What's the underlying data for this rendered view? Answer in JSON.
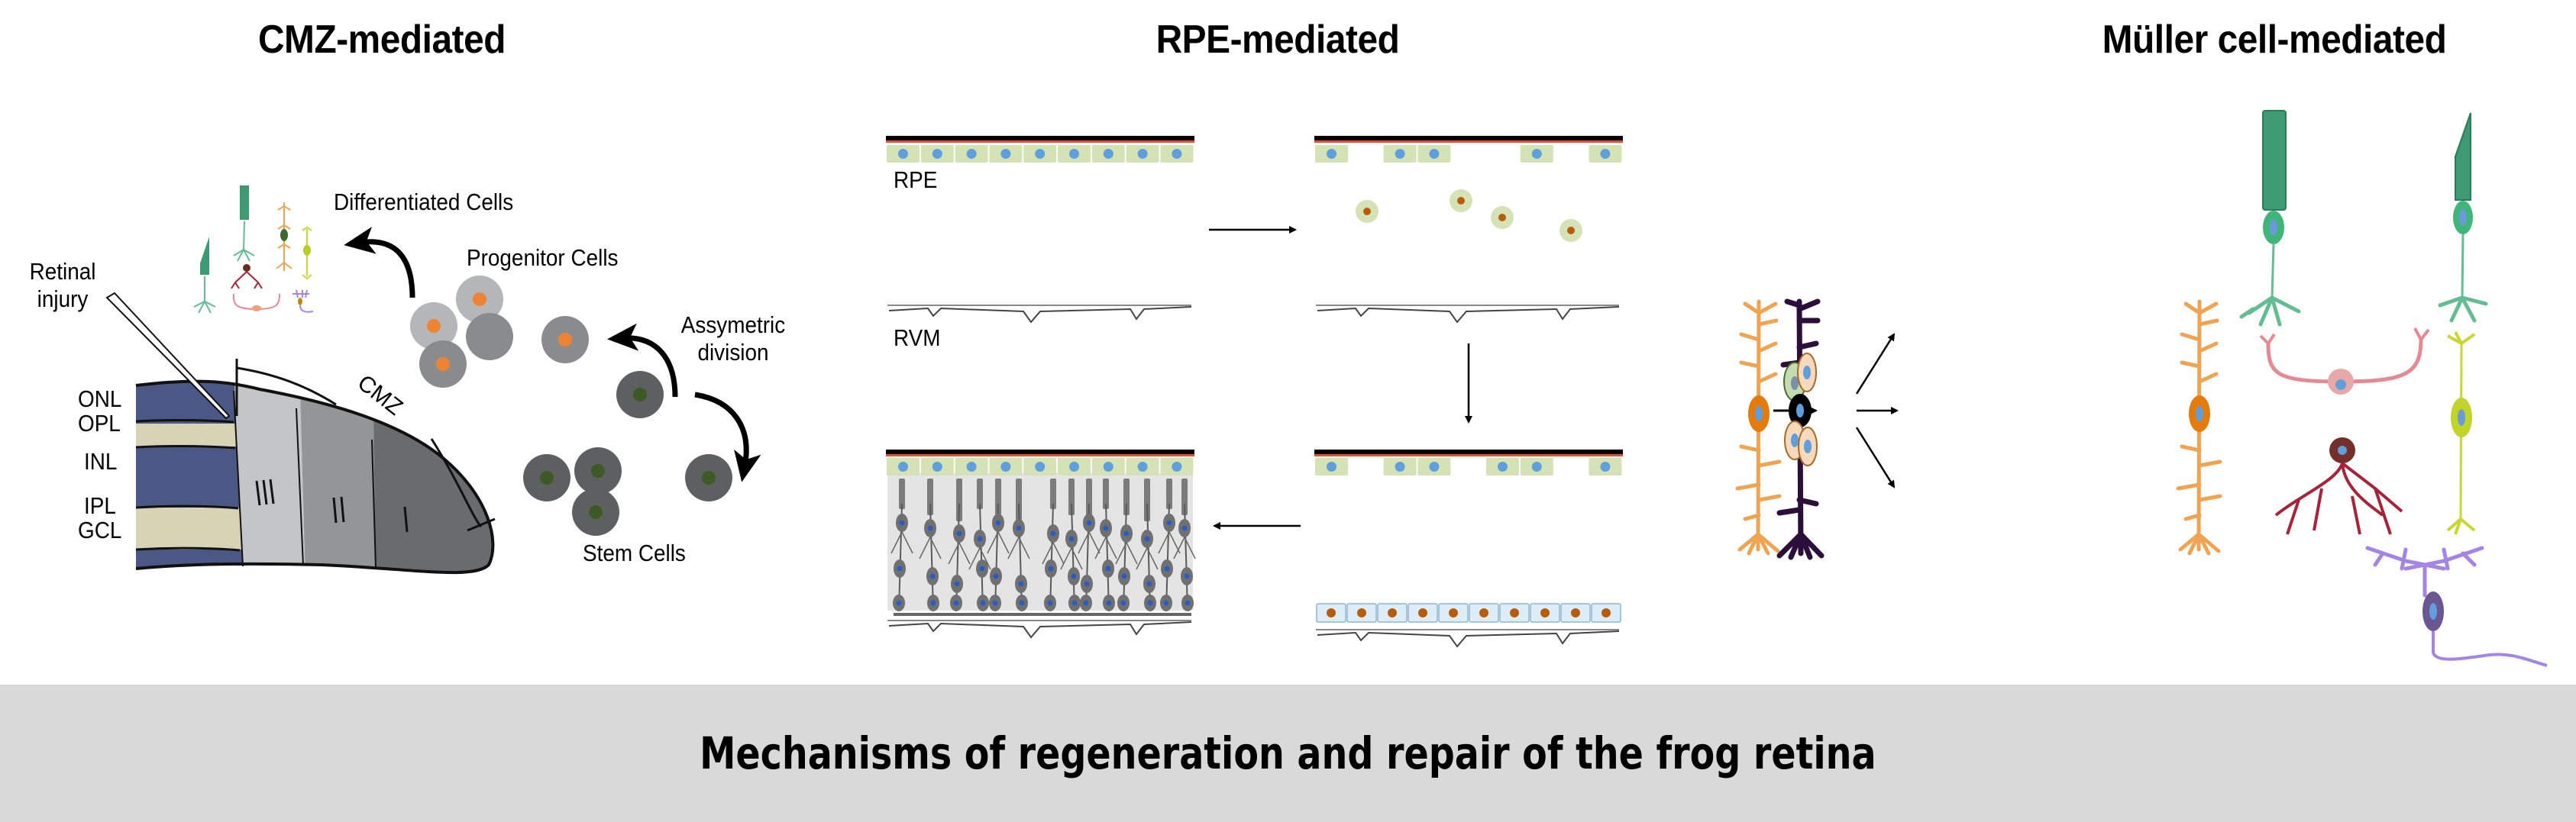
{
  "figure": {
    "banner_title": "Mechanisms of regeneration and repair of the frog retina",
    "panels": [
      {
        "id": "cmz",
        "title": "CMZ-mediated",
        "labels": {
          "differentiated_cells": "Differentiated Cells",
          "progenitor_cells": "Progenitor Cells",
          "retinal_injury_line1": "Retinal",
          "retinal_injury_line2": "injury",
          "asymmetric_division_line1": "Assymetric",
          "asymmetric_division_line2": "division",
          "stem_cells": "Stem Cells",
          "cmz_bracket": "CMZ"
        },
        "retinal_layers": [
          "ONL",
          "OPL",
          "INL",
          "IPL",
          "GCL"
        ],
        "cmz_zones": [
          "III",
          "II",
          "I"
        ]
      },
      {
        "id": "rpe",
        "title": "RPE-mediated",
        "labels": {
          "rpe": "RPE",
          "rvm": "RVM"
        }
      },
      {
        "id": "muller",
        "title": "Müller cell-mediated"
      }
    ],
    "colors": {
      "retina_layer_nuclear": "#4b5784",
      "retina_layer_plexiform": "#d9d3b5",
      "cmz_zone_III": "#c4c5c7",
      "cmz_zone_II": "#949596",
      "cmz_zone_I": "#6a6b6c",
      "progenitor_light": "#b5b6b8",
      "progenitor_mid": "#8a8b8d",
      "stem_cell": "#5e5f60",
      "progenitor_nucleus": "#ee8433",
      "stem_nucleus": "#3d5a26",
      "rpe_cell": "#d5e2b6",
      "rpe_nucleus": "#5f9fdc",
      "migrating_nucleus": "#b85c0a",
      "photoreceptor": "#3e9a73",
      "muller_glia": "#f0a452",
      "muller_nucleus": "#e47b0c",
      "dividing_cell": "#2b0f3a",
      "bipolar": "#c8d830",
      "horizontal": "#e58a92",
      "amacrine": "#a8233a",
      "ganglion": "#a485e6"
    }
  }
}
